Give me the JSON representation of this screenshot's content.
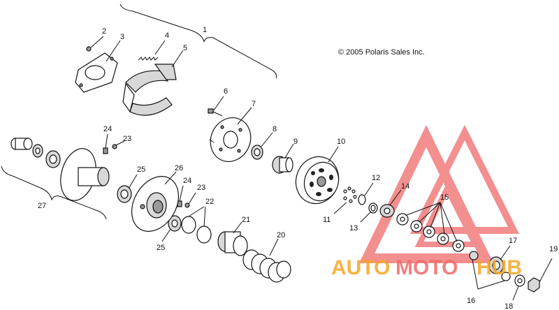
{
  "copyright": "© 2005 Polaris Sales Inc.",
  "callouts": {
    "c1": "1",
    "c2": "2",
    "c3": "3",
    "c4": "4",
    "c5": "5",
    "c6": "6",
    "c7": "7",
    "c8": "8",
    "c9": "9",
    "c10": "10",
    "c11": "11",
    "c12": "12",
    "c13": "13",
    "c14": "14",
    "c15": "15",
    "c16": "16",
    "c17": "17",
    "c18": "18",
    "c19": "19",
    "c20": "20",
    "c21": "21",
    "c22": "22",
    "c23a": "23",
    "c23b": "23",
    "c24a": "24",
    "c24b": "24",
    "c25a": "25",
    "c25b": "25",
    "c26": "26",
    "c27": "27"
  },
  "watermark": {
    "part1": "AUTO",
    "part2": "MOTO",
    "part3": "HUB",
    "colors": {
      "orange": "#f5a623",
      "red": "#f06a6a"
    }
  }
}
